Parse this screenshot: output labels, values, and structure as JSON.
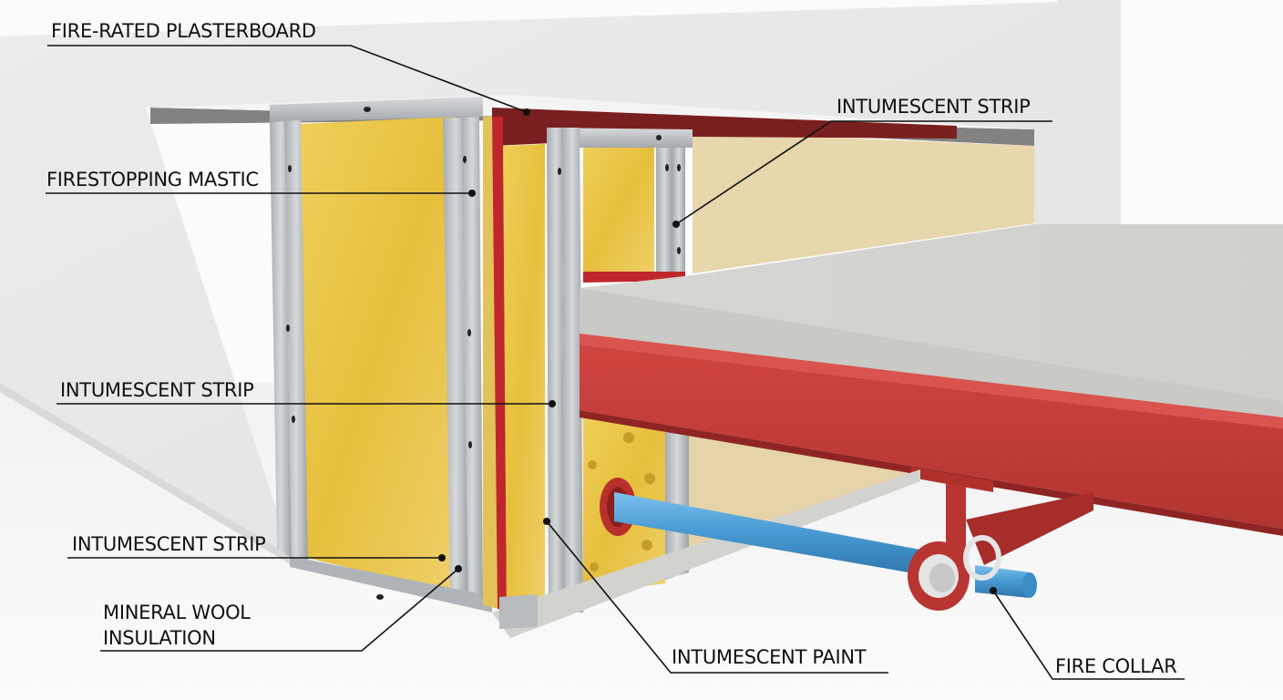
{
  "diagram": {
    "subject": "Fire-rated partition wall / floor junction detail",
    "colors": {
      "background": "#fbfbfb",
      "wall_plaster": "#e9e9e9",
      "wall_plaster_shade": "#dcdcdc",
      "mineral_wool": "#e8c13f",
      "mineral_wool_light": "#f0d36a",
      "board_beige": "#e8d6ad",
      "steel_stud": "#bfc3c6",
      "steel_stud_dark": "#8f9499",
      "intumescent_red": "#c0272d",
      "steel_beam_red": "#c23a35",
      "steel_beam_dark": "#8e2523",
      "concrete_slab": "#d9d9d6",
      "concrete_slab_edge": "#cacac6",
      "pipe_blue": "#4a9bd4",
      "collar_white": "#e4e4e4",
      "leader_line": "#111111"
    },
    "labels": [
      {
        "id": "fire-rated-plasterboard",
        "text": "FIRE-RATED PLASTERBOARD"
      },
      {
        "id": "intumescent-strip-top",
        "text": "INTUMESCENT STRIP"
      },
      {
        "id": "firestopping-mastic",
        "text": "FIRESTOPPING MASTIC"
      },
      {
        "id": "intumescent-strip-middle",
        "text": "INTUMESCENT STRIP"
      },
      {
        "id": "intumescent-strip-bottom",
        "text": "INTUMESCENT STRIP"
      },
      {
        "id": "mineral-wool-insulation",
        "text": "MINERAL WOOL INSULATION",
        "lines": [
          "MINERAL WOOL",
          "INSULATION"
        ]
      },
      {
        "id": "intumescent-paint",
        "text": "INTUMESCENT PAINT"
      },
      {
        "id": "fire-collar",
        "text": "FIRE COLLAR"
      }
    ]
  }
}
